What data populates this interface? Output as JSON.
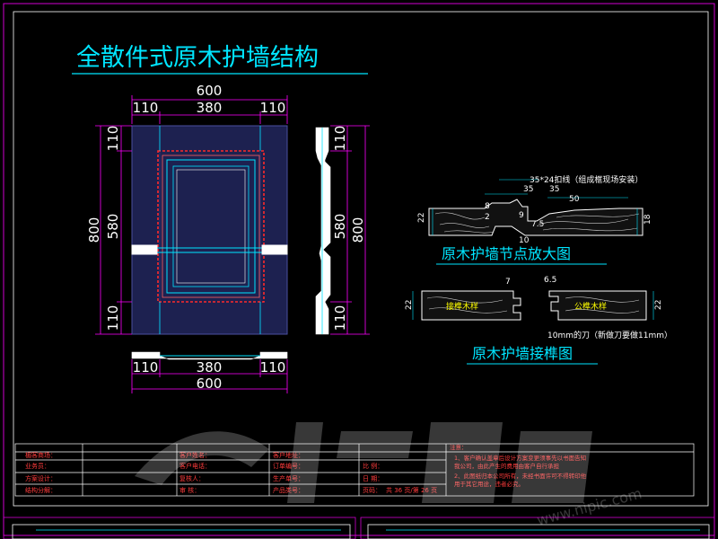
{
  "title": "全散件式原木护墙结构",
  "front": {
    "top_total": "600",
    "top_left": "110",
    "top_mid": "380",
    "top_right": "110",
    "left_total": "800",
    "left_top": "110",
    "left_mid": "580",
    "left_bottom": "110",
    "right_total": "800",
    "right_top": "110",
    "right_mid": "580",
    "right_bottom": "110",
    "bot_left": "110",
    "bot_mid": "380",
    "bot_right": "110",
    "bot_total": "600"
  },
  "detail1": {
    "caption": "原木护墙节点放大图",
    "note": "35*24扣线（组成框现场安装）",
    "d35a": "35",
    "d35b": "35",
    "d50": "50",
    "d22": "22",
    "d18": "18",
    "d8": "8",
    "d2": "2",
    "d10": "10",
    "d75": "7.5",
    "d9": "9"
  },
  "detail2": {
    "caption": "原木护墙接榫图",
    "left_label": "接榫木样",
    "right_label": "公榫木样",
    "d7": "7",
    "d65": "6.5",
    "d22a": "22",
    "d22b": "22",
    "note": "10mm的刀（新做刀要做11mm）"
  },
  "title_block": {
    "col1": [
      "楣客商场：",
      "业务员：",
      "方案设计：",
      "结构分解："
    ],
    "col2": [
      "客户姓名：",
      "客户电话：",
      "复核人：",
      "审 核："
    ],
    "col3": [
      "客户地址：",
      "订单编号：",
      "生产单号：",
      "产品类号："
    ],
    "col4": [
      "",
      "",
      "",
      "页码："
    ],
    "col5": [
      "",
      "比 例：",
      "日 期：",
      ""
    ],
    "page_total": "共 36 页/第 26 页",
    "notes_title": "注意：",
    "notes": [
      "1、客户确认盖章后设计方案变更须事先以书面告知",
      "我公司，由此产生的费用由客户自行承担",
      "2、此图纸归本公司所有，未经书面许可不得转印他",
      "用于其它用途，违者必究。"
    ]
  },
  "watermark": "www.nipic.com",
  "colors": {
    "cyan": "#00e5ff",
    "magenta": "#ff00ff",
    "red": "#ff2a2a",
    "white": "#ffffff",
    "yellow": "#ffff00"
  }
}
